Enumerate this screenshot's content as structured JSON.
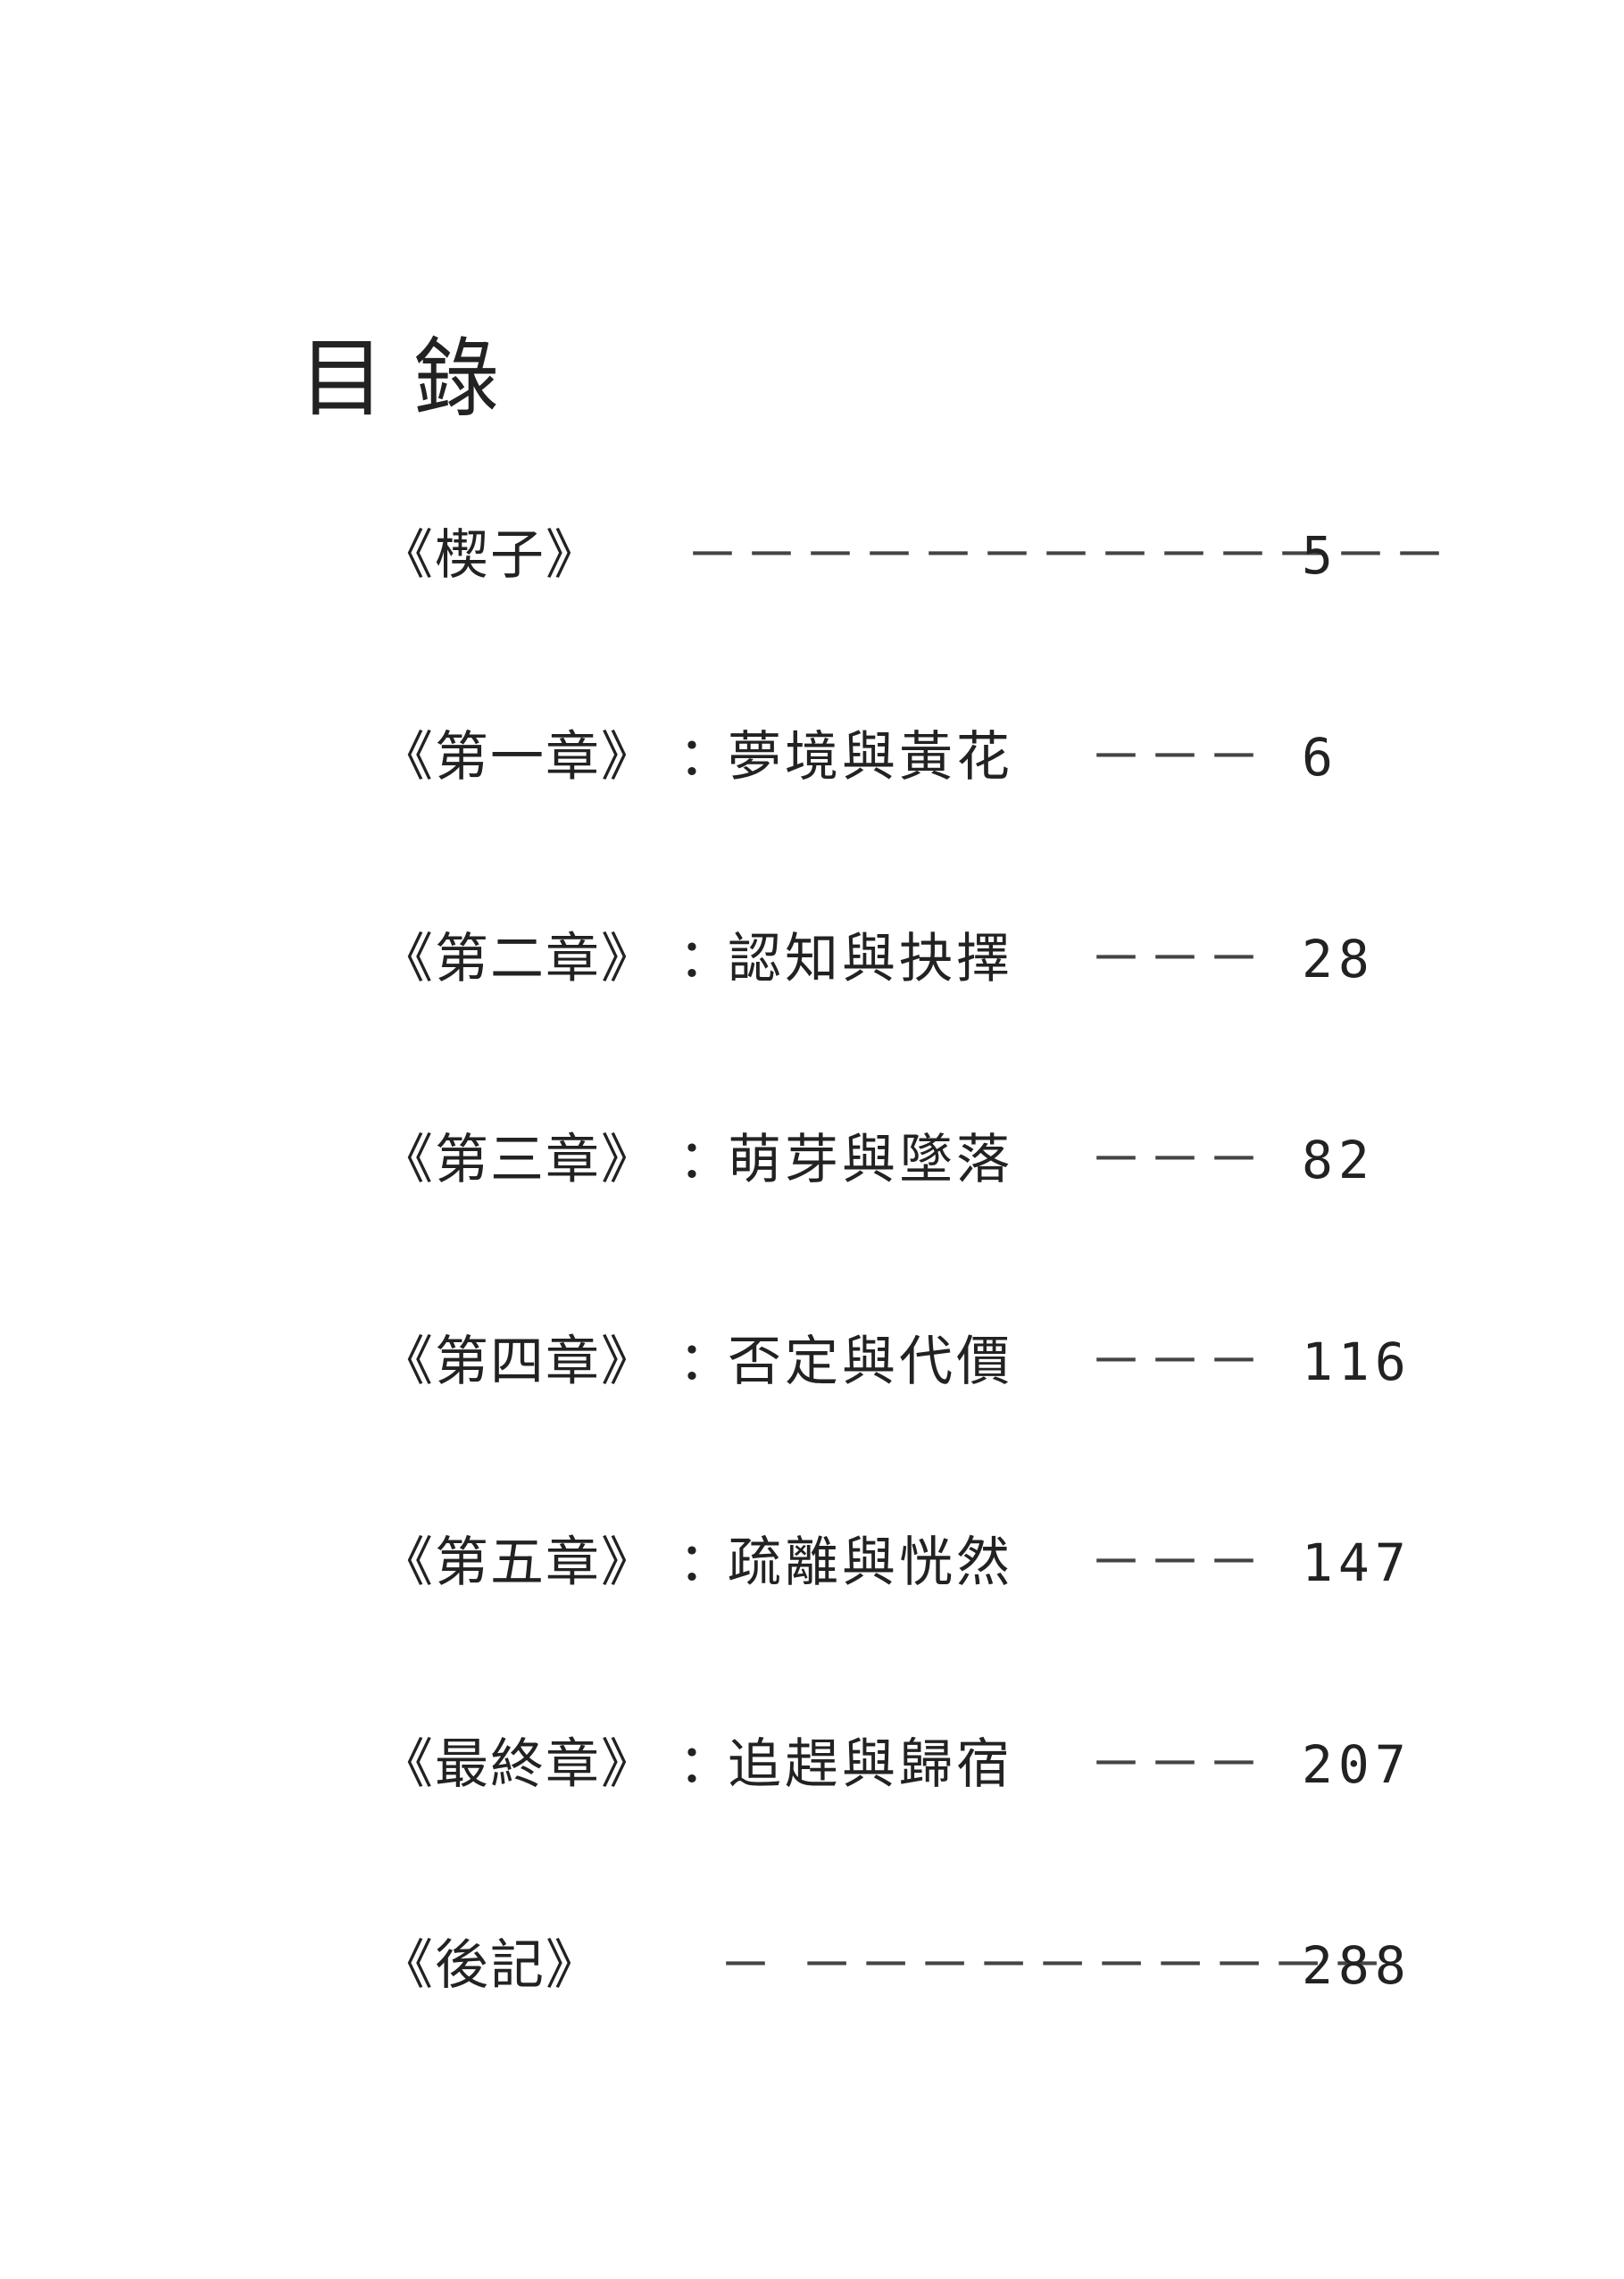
{
  "title": "目錄",
  "entries": [
    {
      "chapter": "《楔子》",
      "colon": "",
      "subtitle": "",
      "leader": "－－－－－－－－－－－－－",
      "page": "5"
    },
    {
      "chapter": "《第一章》",
      "colon": "：",
      "subtitle": "夢境與黃花",
      "leader": "－－－",
      "page": "6"
    },
    {
      "chapter": "《第二章》",
      "colon": "：",
      "subtitle": "認知與抉擇",
      "leader": "－－－",
      "page": "28"
    },
    {
      "chapter": "《第三章》",
      "colon": "：",
      "subtitle": "萌芽與墜落",
      "leader": "－－－",
      "page": "82"
    },
    {
      "chapter": "《第四章》",
      "colon": "：",
      "subtitle": "否定與代價",
      "leader": "－－－",
      "page": "116"
    },
    {
      "chapter": "《第五章》",
      "colon": "：",
      "subtitle": "疏離與恍然",
      "leader": "－－－",
      "page": "147"
    },
    {
      "chapter": "《最終章》",
      "colon": "：",
      "subtitle": "追趕與歸宿",
      "leader": "－－－",
      "page": "207"
    },
    {
      "chapter": "《後記》",
      "colon": "",
      "subtitle": "",
      "leader": "－ －－－－－－－－－－",
      "page": "288"
    }
  ]
}
